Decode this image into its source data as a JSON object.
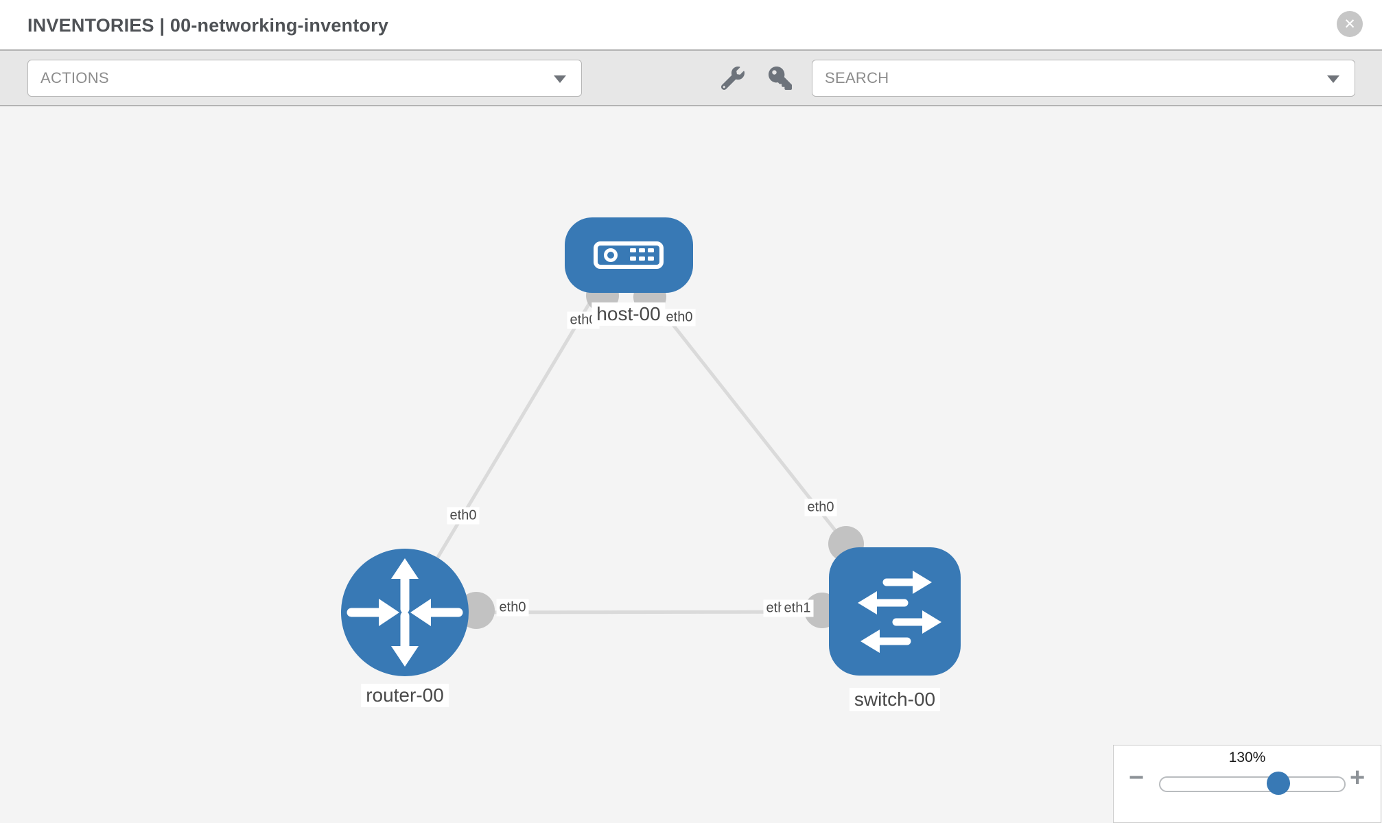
{
  "header": {
    "title": "INVENTORIES | 00-networking-inventory",
    "close_icon": "✕"
  },
  "toolbar": {
    "actions": {
      "label": "ACTIONS"
    },
    "search": {
      "label": "SEARCH"
    },
    "icons": [
      "wrench-icon",
      "key-icon"
    ]
  },
  "topology": {
    "nodes": [
      {
        "id": "host-00",
        "type": "host",
        "label": "host-00"
      },
      {
        "id": "router-00",
        "type": "router",
        "label": "router-00"
      },
      {
        "id": "switch-00",
        "type": "switch",
        "label": "switch-00"
      }
    ],
    "links": [
      {
        "from": "host-00",
        "to": "router-00",
        "from_interface": "eth0",
        "to_interface": "eth0"
      },
      {
        "from": "host-00",
        "to": "switch-00",
        "from_interface": "eth0",
        "to_interface": "eth0"
      },
      {
        "from": "router-00",
        "to": "switch-00",
        "from_interface": "eth0",
        "to_interface": "eth1"
      }
    ],
    "interface_labels": [
      "eth0",
      "eth0",
      "eth0",
      "eth0",
      "eth0",
      "eth0",
      "eth1"
    ]
  },
  "zoom_control": {
    "level": "130%",
    "minus_icon": "−",
    "plus_icon": "+"
  },
  "colors": {
    "node_blue": "#3879b5",
    "link_gray": "#dadada",
    "interface_gray": "#c2c2c2",
    "canvas_bg": "#f4f4f4"
  }
}
